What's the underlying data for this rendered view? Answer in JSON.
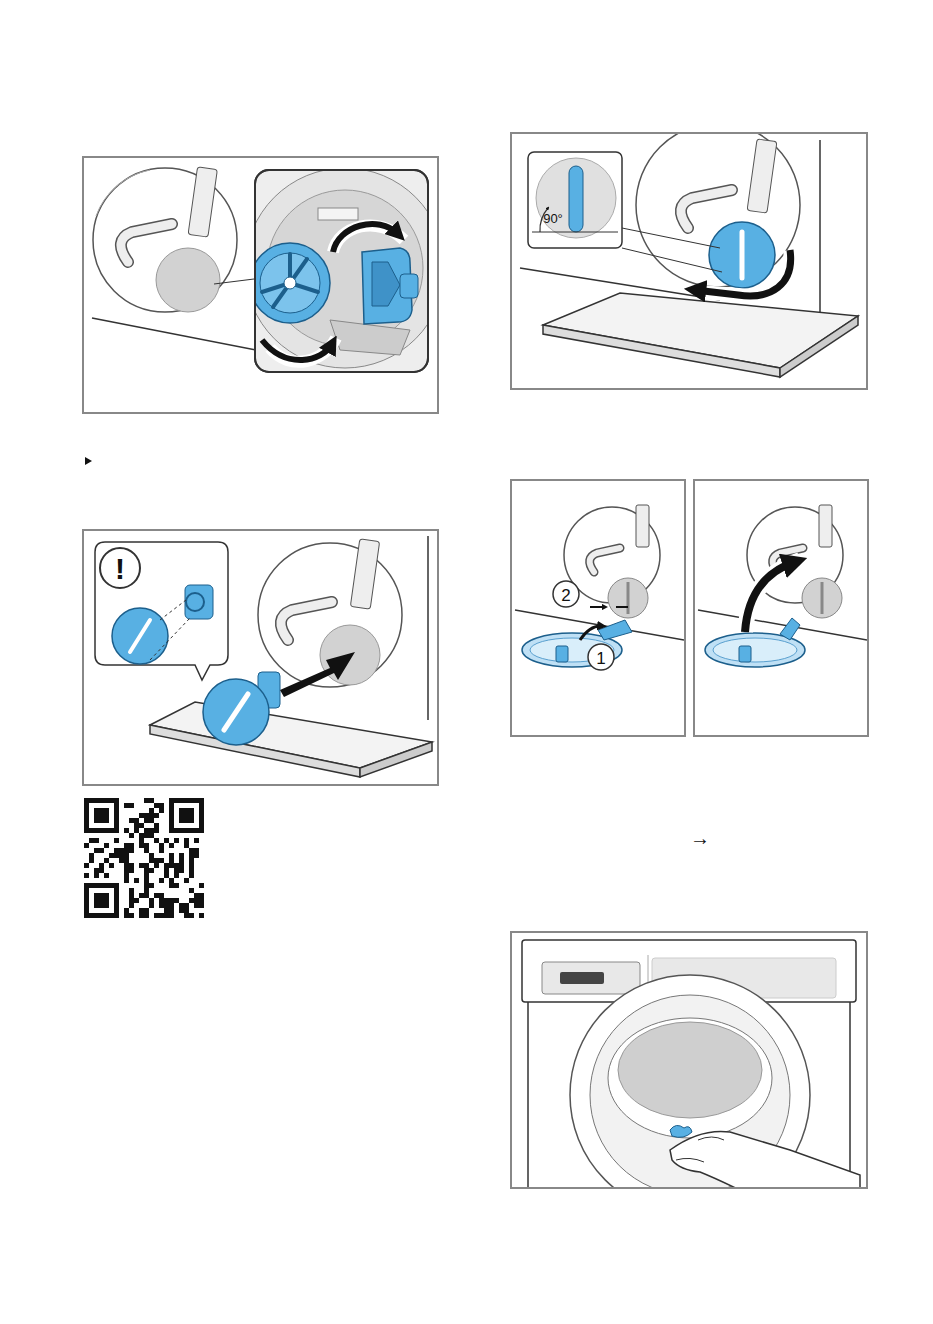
{
  "diagram": {
    "labels": [
      "!",
      "90°",
      "2",
      "1",
      "→"
    ]
  }
}
